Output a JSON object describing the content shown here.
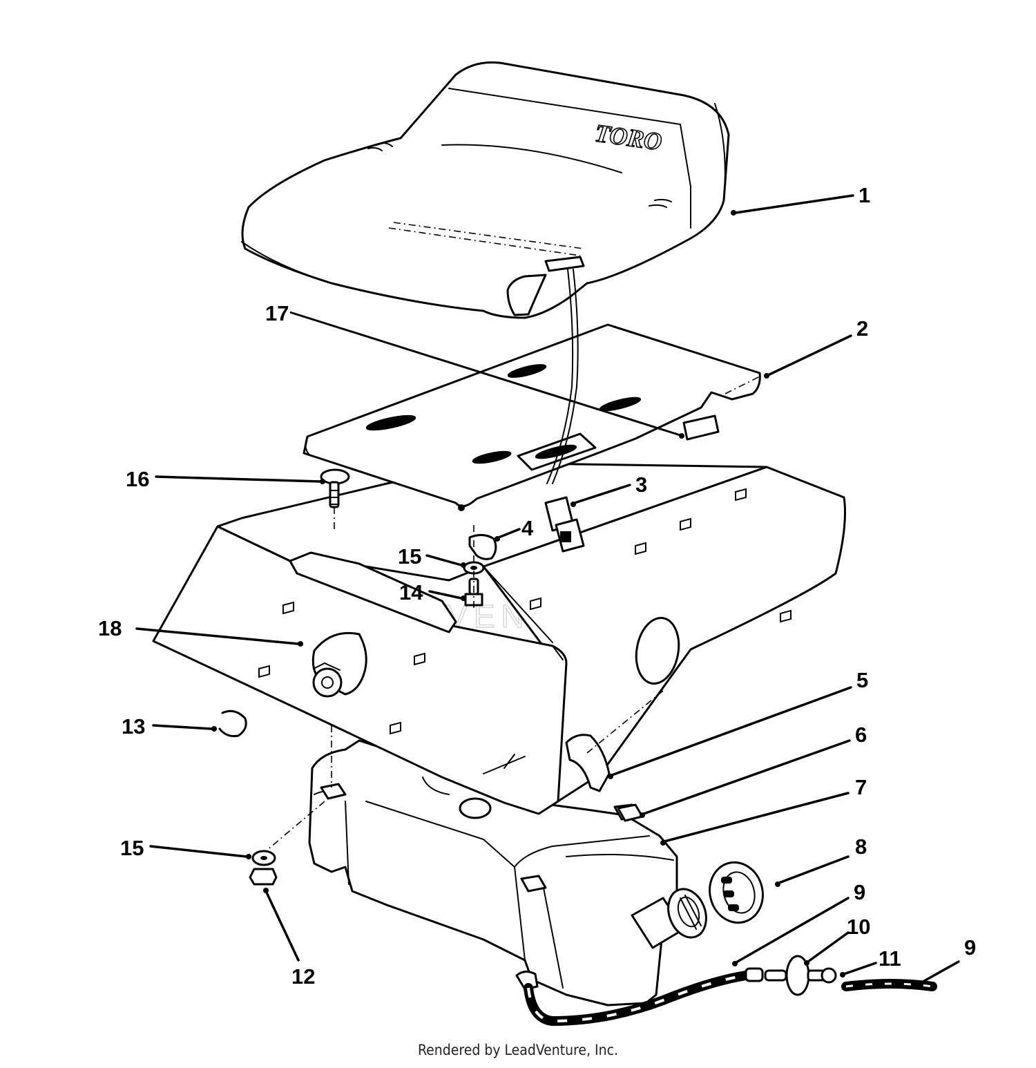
{
  "diagram": {
    "brand_logo": "TORO",
    "watermark": "LEADVENTURE",
    "callouts": [
      {
        "id": "callout-1",
        "label": "1"
      },
      {
        "id": "callout-2",
        "label": "2"
      },
      {
        "id": "callout-3",
        "label": "3"
      },
      {
        "id": "callout-4",
        "label": "4"
      },
      {
        "id": "callout-5",
        "label": "5"
      },
      {
        "id": "callout-6",
        "label": "6"
      },
      {
        "id": "callout-7",
        "label": "7"
      },
      {
        "id": "callout-8",
        "label": "8"
      },
      {
        "id": "callout-9a",
        "label": "9"
      },
      {
        "id": "callout-9b",
        "label": "9"
      },
      {
        "id": "callout-10",
        "label": "10"
      },
      {
        "id": "callout-11",
        "label": "11"
      },
      {
        "id": "callout-12",
        "label": "12"
      },
      {
        "id": "callout-13",
        "label": "13"
      },
      {
        "id": "callout-14",
        "label": "14"
      },
      {
        "id": "callout-15a",
        "label": "15"
      },
      {
        "id": "callout-15b",
        "label": "15"
      },
      {
        "id": "callout-16",
        "label": "16"
      },
      {
        "id": "callout-17",
        "label": "17"
      },
      {
        "id": "callout-18",
        "label": "18"
      }
    ]
  },
  "footer": {
    "credit": "Rendered by LeadVenture, Inc."
  }
}
